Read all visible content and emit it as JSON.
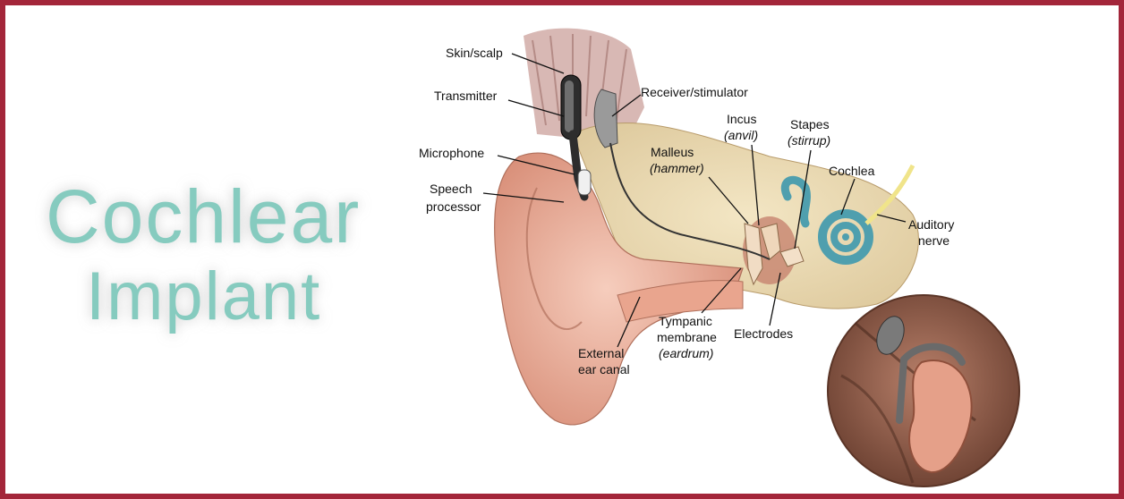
{
  "title": {
    "line1": "Cochlear",
    "line2": "Implant"
  },
  "colors": {
    "frame": "#a3263a",
    "title": "#86cbbf",
    "cochlea": "#4f9fae",
    "skin": "#e9b39e",
    "bone": "#ecdcb4",
    "nerve": "#f0e48a"
  },
  "labels": {
    "skin_scalp": "Skin/scalp",
    "transmitter": "Transmitter",
    "microphone": "Microphone",
    "speech_processor_1": "Speech",
    "speech_processor_2": "processor",
    "receiver_stimulator": "Receiver/stimulator",
    "incus": "Incus",
    "incus_alt": "(anvil)",
    "stapes": "Stapes",
    "stapes_alt": "(stirrup)",
    "malleus": "Malleus",
    "malleus_alt": "(hammer)",
    "cochlea": "Cochlea",
    "auditory_nerve_1": "Auditory",
    "auditory_nerve_2": "nerve",
    "tympanic_1": "Tympanic",
    "tympanic_2": "membrane",
    "tympanic_alt": "(eardrum)",
    "electrodes": "Electrodes",
    "external_canal_1": "External",
    "external_canal_2": "ear canal"
  }
}
